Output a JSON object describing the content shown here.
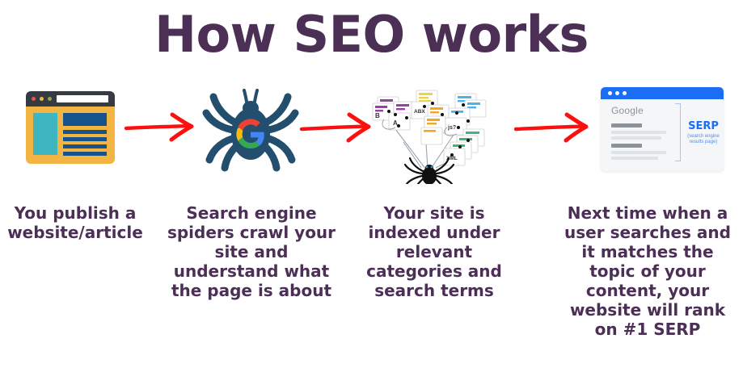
{
  "page": {
    "title": "How SEO works",
    "background_color": "#ffffff",
    "title_color": "#4b2f55",
    "accent_arrow_color": "#fb0f0f"
  },
  "steps": [
    {
      "id": "publish",
      "caption": "You publish a website/article",
      "icon_name": "browser-window-icon",
      "colors": {
        "frame": "#f2b544",
        "titlebar": "#343b43",
        "sidebar": "#3fb5bf",
        "content": "#16538d"
      },
      "dots": [
        "#e8573f",
        "#f2b544",
        "#9aa050"
      ]
    },
    {
      "id": "crawl",
      "caption": "Search engine spiders crawl your site and understand what the page is about",
      "icon_name": "google-spider-icon",
      "colors": {
        "body": "#234e6e",
        "google_red": "#ea4335",
        "google_yellow": "#fbbc05",
        "google_green": "#34a853",
        "google_blue": "#4285f4"
      }
    },
    {
      "id": "index",
      "caption": "Your site is indexed under relevant categories and search terms",
      "icon_name": "index-crawl-map-icon",
      "card_labels": [
        "B",
        "A",
        "ABX",
        "js?",
        "XML"
      ],
      "colors": {
        "purple": "#9b3fa8",
        "orange": "#f5a623",
        "yellow": "#e8d44d",
        "blue": "#4ab3e8",
        "green": "#3cb878",
        "spider": "#111111"
      }
    },
    {
      "id": "rank",
      "caption": "Next time when a user searches and it matches the topic of your content, your website will rank on #1 SERP",
      "icon_name": "serp-browser-icon",
      "browser_brand": "Google",
      "serp_label": "SERP",
      "serp_sublabel": "(search engine results page)",
      "colors": {
        "titlebar": "#1b6ef3",
        "page": "#f4f6f8",
        "text": "#8b939c",
        "accent": "#1b6ef3"
      }
    }
  ],
  "arrows": [
    {
      "name": "arrow-publish-to-crawl",
      "color": "#fb0f0f"
    },
    {
      "name": "arrow-crawl-to-index",
      "color": "#fb0f0f"
    },
    {
      "name": "arrow-index-to-rank",
      "color": "#fb0f0f"
    }
  ]
}
